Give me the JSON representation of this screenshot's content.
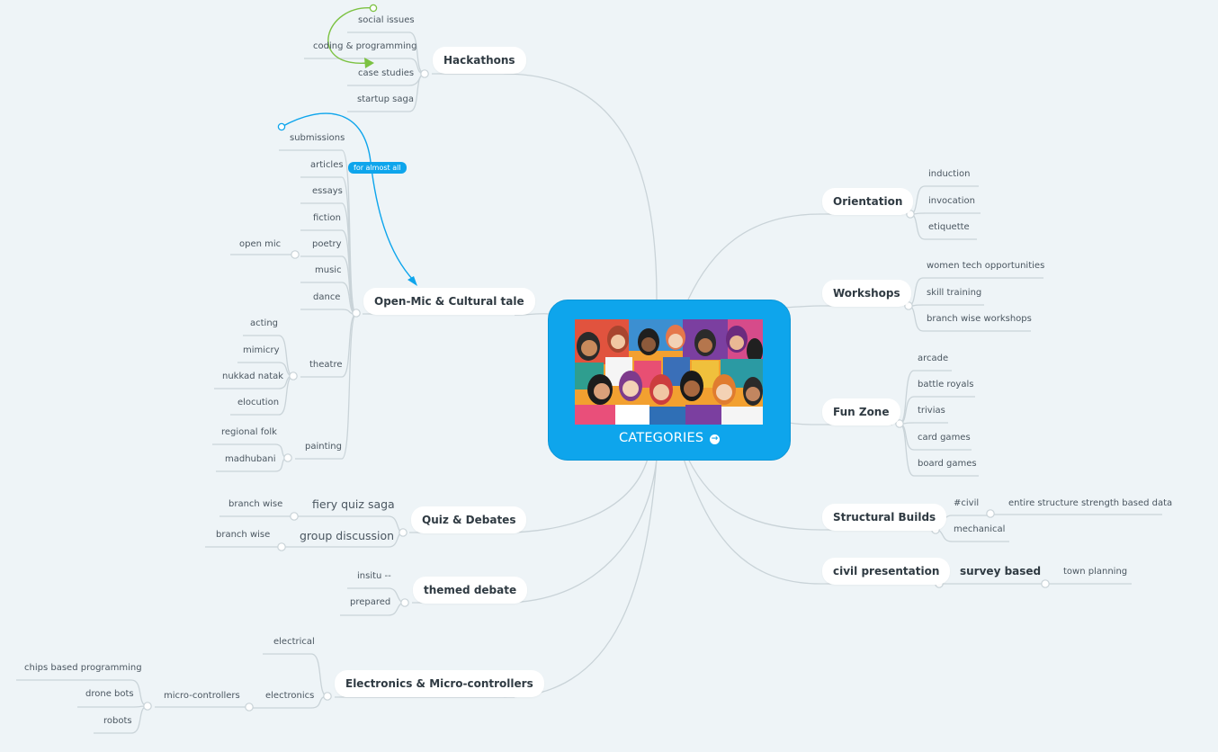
{
  "central": {
    "title": "CATEGORIES"
  },
  "relation_label": "for almost all",
  "nodes": {
    "hackathons": "Hackathons",
    "openmic": "Open-Mic & Cultural tale",
    "quiz": "Quiz & Debates",
    "themed": "themed debate",
    "electronics": "Electronics & Micro-controllers",
    "orientation": "Orientation",
    "workshops": "Workshops",
    "funzone": "Fun Zone",
    "structural": "Structural Builds",
    "civil": "civil presentation",
    "survey": "survey based"
  },
  "labels": {
    "social_issues": "social issues",
    "coding": "coding & programming",
    "case_studies": "case studies",
    "startup": "startup saga",
    "submissions": "submissions",
    "articles": "articles",
    "essays": "essays",
    "fiction": "fiction",
    "poetry": "poetry",
    "open_mic": "open mic",
    "music": "music",
    "dance": "dance",
    "theatre": "theatre",
    "acting": "acting",
    "mimicry": "mimicry",
    "nukkad": "nukkad natak",
    "elocution": "elocution",
    "painting": "painting",
    "regional": "regional folk",
    "madhubani": "madhubani",
    "fiery": "fiery quiz saga",
    "group": "group discussion",
    "branch1": "branch wise",
    "branch2": "branch wise",
    "insitu": "insitu --",
    "prepared": "prepared",
    "electrical": "electrical",
    "electronics_sub": "electronics",
    "micro": "micro-controllers",
    "chips": "chips based programming",
    "drone": "drone bots",
    "robots": "robots",
    "induction": "induction",
    "invocation": "invocation",
    "etiquette": "etiquette",
    "women": "women tech opportunities",
    "skill": "skill training",
    "branchws": "branch wise workshops",
    "arcade": "arcade",
    "battle": "battle royals",
    "trivias": "trivias",
    "card": "card games",
    "board": "board games",
    "civil_tag": "#civil",
    "entire": "entire structure strength based data",
    "mechanical": "mechanical",
    "town": "town planning"
  },
  "colors": {
    "background": "#eef4f7",
    "central": "#0ea5ec",
    "link": "#c9d3d8",
    "relation_green": "#7cc242",
    "relation_blue": "#0ea5ec"
  },
  "icons": [
    "go-arrow-icon"
  ]
}
